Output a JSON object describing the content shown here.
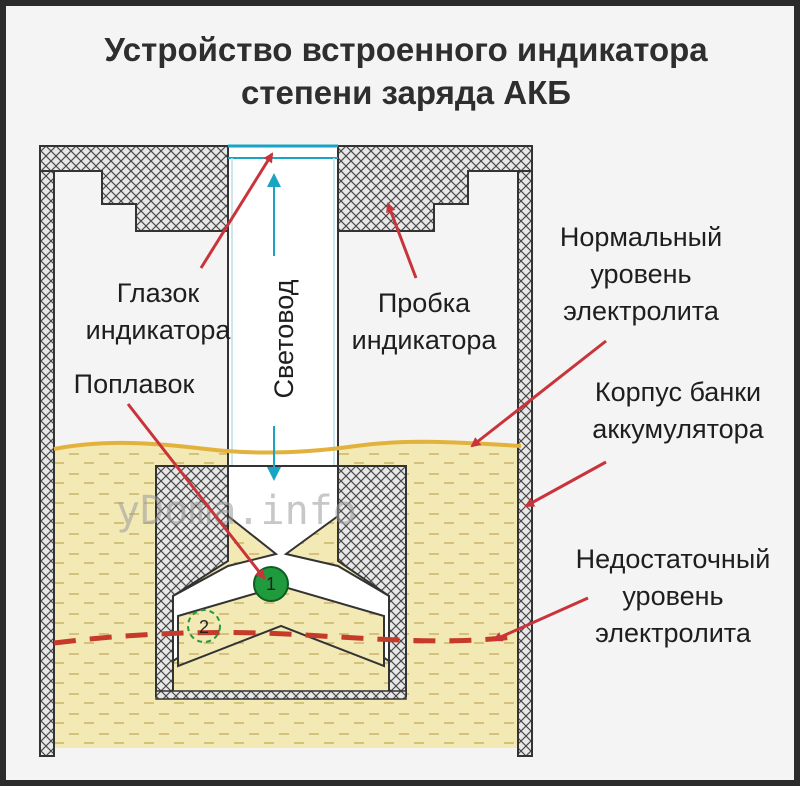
{
  "title": {
    "line1": "Устройство встроенного индикатора",
    "line2": "степени заряда АКБ"
  },
  "labels": {
    "eyepiece": [
      "Глазок",
      "индикатора"
    ],
    "light_guide": "Световод",
    "plug": [
      "Пробка",
      "индикатора"
    ],
    "float": "Поплавок",
    "normal_level": [
      "Нормальный",
      "уровень",
      "электролита"
    ],
    "case": [
      "Корпус банки",
      "аккумулятора"
    ],
    "low_level": [
      "Недостаточный",
      "уровень",
      "электролита"
    ]
  },
  "markers": {
    "float_position_1": "1",
    "float_position_2": "2"
  },
  "watermark": "yDoma.info",
  "colors": {
    "electrolyte": "#f3e9b5",
    "electrolyte_dash": "#c9b56a",
    "normal_level_line": "#e2b23c",
    "low_level_line": "#c63a2a",
    "arrow_red": "#c8343a",
    "arrow_cyan": "#19a3c4",
    "float_green": "#1f9a3c",
    "hatch": "#555555"
  }
}
